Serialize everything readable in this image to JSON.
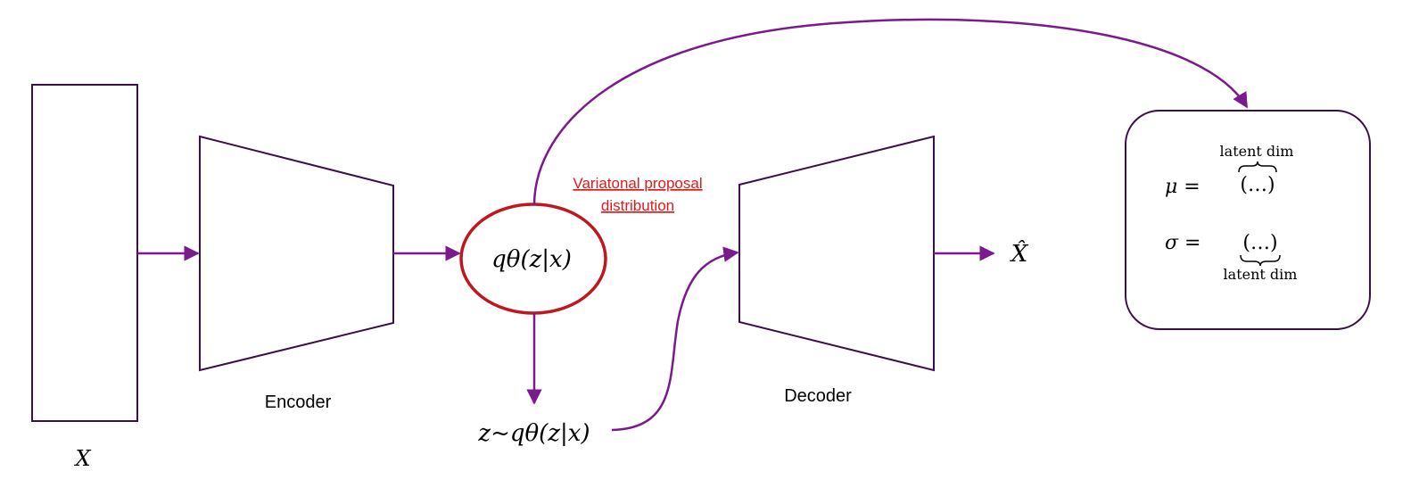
{
  "labels": {
    "input": "X",
    "encoder": "Encoder",
    "decoder": "Decoder",
    "output": "X̂",
    "posterior": "qθ(z|x)",
    "sample": "z~qθ(z|x)",
    "proposal_line1": "Variatonal proposal",
    "proposal_line2": "distribution"
  },
  "params_box": {
    "mu_label": "μ =",
    "mu_value": "(…)",
    "mu_brace_label": "latent dim",
    "sigma_label": "σ =",
    "sigma_value": "(…)",
    "sigma_brace_label": "latent dim"
  },
  "colors": {
    "arrow": "#7a1a8c",
    "box_stroke": "#3a1046",
    "ellipse_stroke": "#c0161e",
    "proposal_text": "#e41a1a"
  }
}
